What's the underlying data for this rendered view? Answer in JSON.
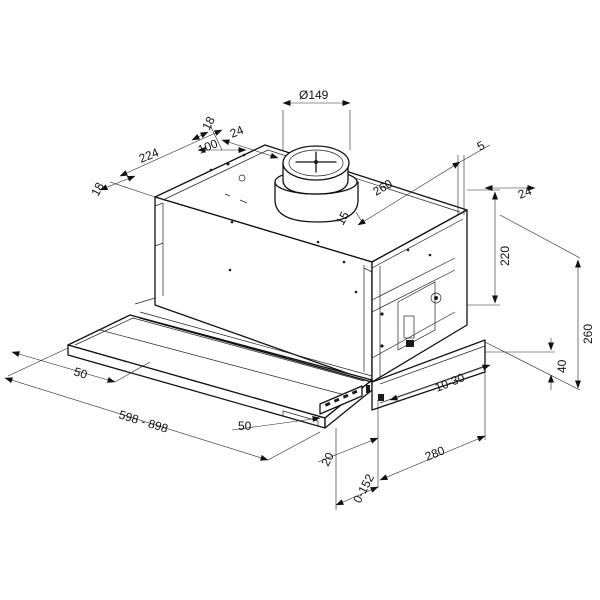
{
  "diagram": {
    "dimensions": {
      "duct_diameter": "Ø149",
      "d18_top": "18",
      "d24_top": "24",
      "d224": "224",
      "d100": "100",
      "d18_left": "18",
      "d15": "15",
      "d260_depth": "260",
      "d5": "5",
      "d24_right": "24",
      "d220": "220",
      "d260_height": "260",
      "d40": "40",
      "d10_30": "10-30",
      "d280": "280",
      "d0_152": "0-152",
      "d20": "20",
      "d50_front": "50",
      "d598_898": "598 - 898",
      "d50_left": "50"
    }
  }
}
